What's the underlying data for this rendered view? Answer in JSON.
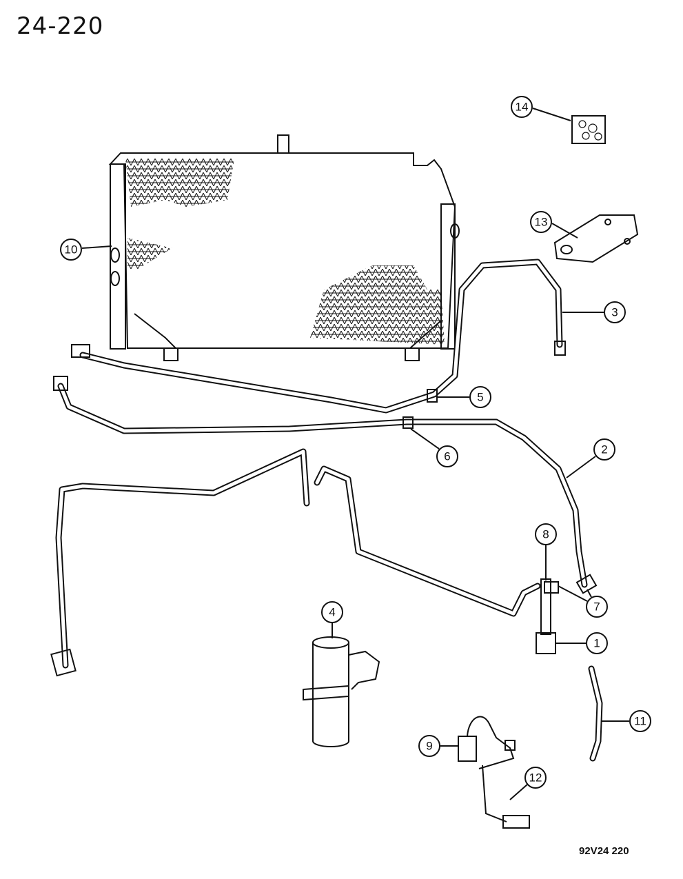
{
  "page_code": "24-220",
  "figure_code": "92V24 220",
  "callouts": {
    "c1": "1",
    "c2": "2",
    "c3": "3",
    "c4": "4",
    "c5": "5",
    "c6": "6",
    "c7": "7",
    "c8": "8",
    "c9": "9",
    "c10": "10",
    "c11": "11",
    "c12": "12",
    "c13": "13",
    "c14": "14"
  }
}
